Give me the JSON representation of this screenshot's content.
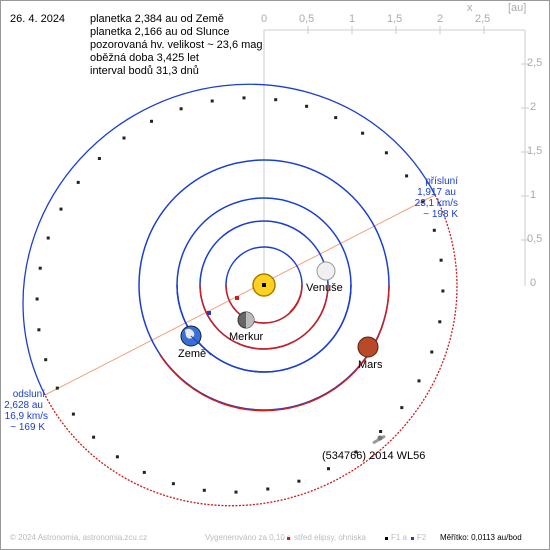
{
  "header": {
    "date": "26. 4. 2024",
    "lines": [
      "planetka 2,384 au od Země",
      "planetka 2,166 au od Slunce",
      "pozorovaná hv. velikost ~ 23,6 mag",
      "oběžná doba 3,425 let",
      "interval bodů 31,3 dnů"
    ]
  },
  "axes": {
    "x_label": "x",
    "unit": "[au]",
    "x_ticks": [
      "0",
      "0,5",
      "1",
      "1,5",
      "2",
      "2,5"
    ],
    "y_ticks": [
      "2,5",
      "2",
      "1,5",
      "1",
      "0,5",
      "0"
    ]
  },
  "bodies": {
    "sun": "",
    "mercury": "Merkur",
    "venus": "Venuše",
    "earth": "Země",
    "mars": "Mars",
    "asteroid": "(534766) 2014 WL56"
  },
  "perihelion": {
    "lines": [
      "přísluní",
      "1,917 au",
      "23,1 km/s",
      "~ 198 K"
    ]
  },
  "aphelion": {
    "lines": [
      "odsluní",
      "2,628 au",
      "16,9 km/s",
      "~ 169 K"
    ]
  },
  "footer": {
    "copyright": "© 2024 Astronomia, astronomia.zcu.cz",
    "generated": "Vygenerováno za 0,10 s",
    "center": "střed elipsy, ohniska",
    "f1": "F1 a",
    "f2": "F2",
    "scale": "Měřítko: 0,0113 au/bod"
  },
  "colors": {
    "orbit_above": "#1a3fd0",
    "orbit_below": "#cc1e1e",
    "apsis_line": "#f4a080",
    "axis": "#cccccc",
    "sun": "#ffd21f"
  }
}
